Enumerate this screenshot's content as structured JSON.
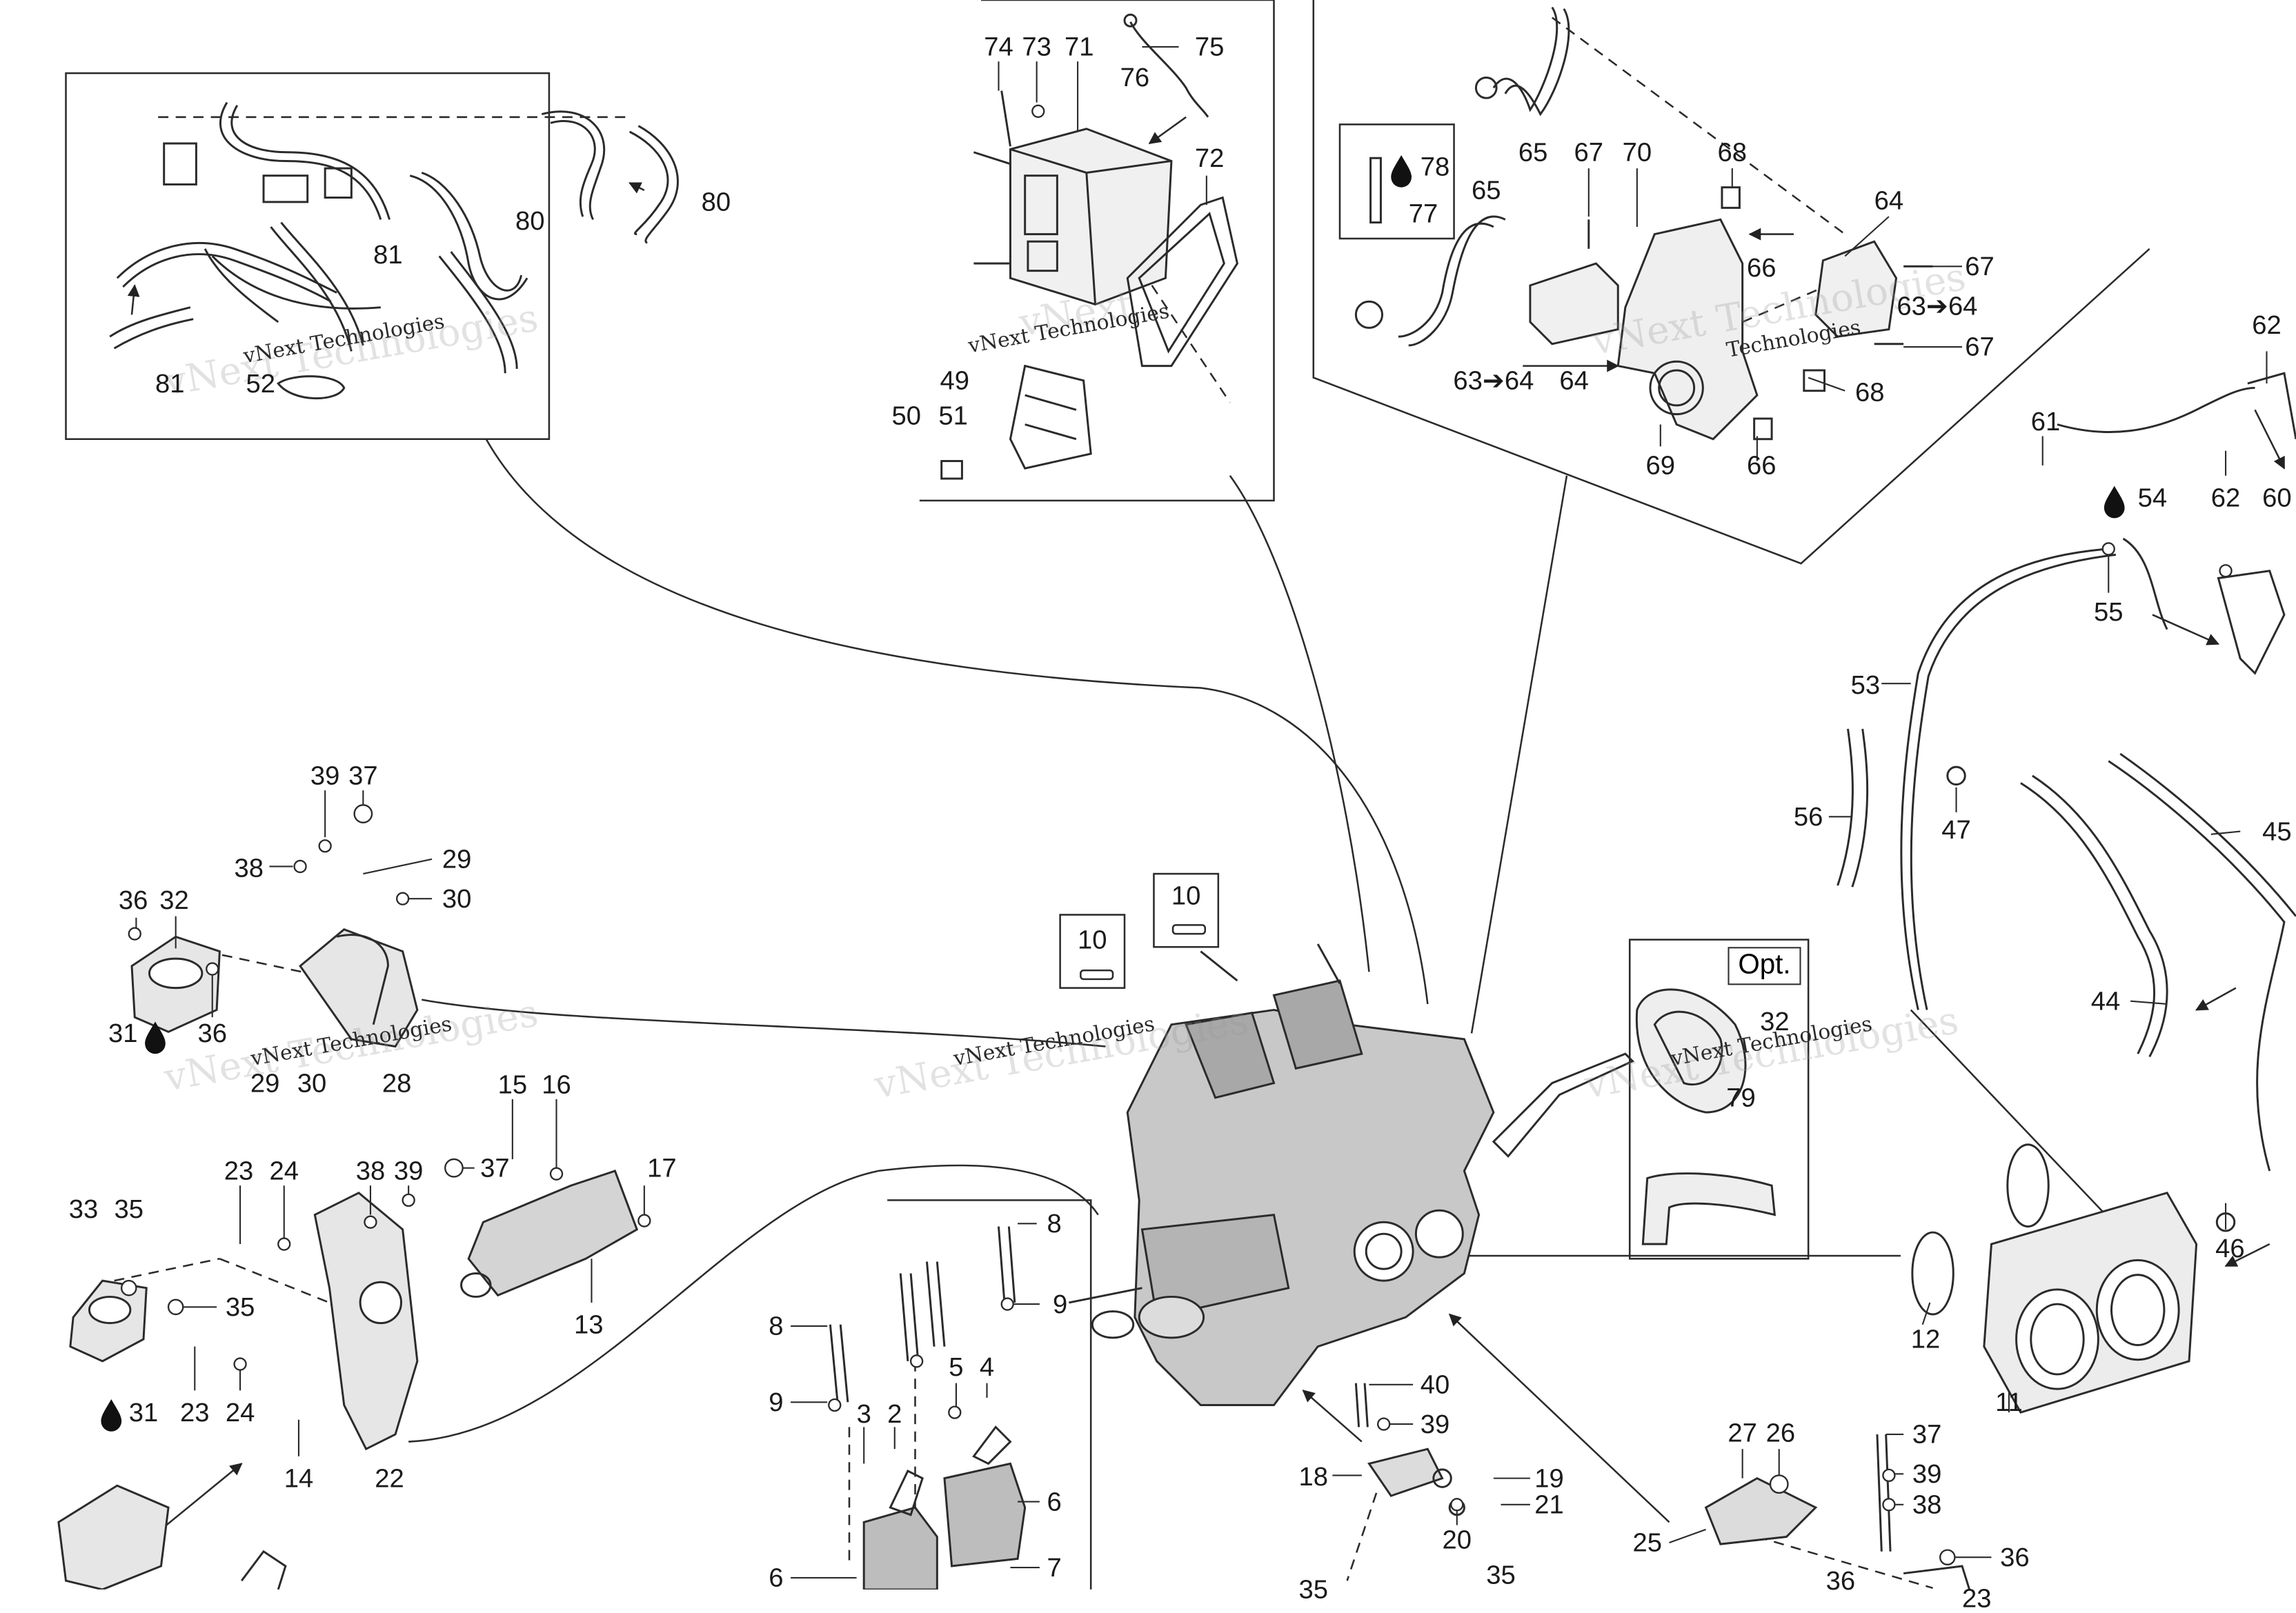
{
  "diagram": {
    "labels": [
      {
        "id": "l81a",
        "text": "81"
      },
      {
        "id": "l80a",
        "text": "80"
      },
      {
        "id": "l80b",
        "text": "80"
      },
      {
        "id": "l81b",
        "text": "81"
      },
      {
        "id": "l52",
        "text": "52"
      },
      {
        "id": "l74",
        "text": "74"
      },
      {
        "id": "l73",
        "text": "73"
      },
      {
        "id": "l71",
        "text": "71"
      },
      {
        "id": "l75",
        "text": "75"
      },
      {
        "id": "l76",
        "text": "76"
      },
      {
        "id": "l72",
        "text": "72"
      },
      {
        "id": "l49",
        "text": "49"
      },
      {
        "id": "l50",
        "text": "50"
      },
      {
        "id": "l51",
        "text": "51"
      },
      {
        "id": "l78",
        "text": "78"
      },
      {
        "id": "l77",
        "text": "77"
      },
      {
        "id": "l65a",
        "text": "65"
      },
      {
        "id": "l65b",
        "text": "65"
      },
      {
        "id": "l67a",
        "text": "67"
      },
      {
        "id": "l70",
        "text": "70"
      },
      {
        "id": "l68a",
        "text": "68"
      },
      {
        "id": "l64a",
        "text": "64"
      },
      {
        "id": "l66a",
        "text": "66"
      },
      {
        "id": "l67b",
        "text": "67"
      },
      {
        "id": "l63a",
        "text": "63➔64"
      },
      {
        "id": "l67c",
        "text": "67"
      },
      {
        "id": "l63b",
        "text": "63➔64"
      },
      {
        "id": "l64b",
        "text": "64"
      },
      {
        "id": "l68b",
        "text": "68"
      },
      {
        "id": "l69",
        "text": "69"
      },
      {
        "id": "l66b",
        "text": "66"
      },
      {
        "id": "l62a",
        "text": "62"
      },
      {
        "id": "l61",
        "text": "61"
      },
      {
        "id": "l62b",
        "text": "62"
      },
      {
        "id": "l60",
        "text": "60"
      },
      {
        "id": "l54",
        "text": "54"
      },
      {
        "id": "l55",
        "text": "55"
      },
      {
        "id": "l53",
        "text": "53"
      },
      {
        "id": "l56",
        "text": "56"
      },
      {
        "id": "l47",
        "text": "47"
      },
      {
        "id": "l45",
        "text": "45"
      },
      {
        "id": "l44",
        "text": "44"
      },
      {
        "id": "l46",
        "text": "46"
      },
      {
        "id": "l32b",
        "text": "32"
      },
      {
        "id": "l79",
        "text": "79"
      },
      {
        "id": "l12",
        "text": "12"
      },
      {
        "id": "l11",
        "text": "11"
      },
      {
        "id": "l10a",
        "text": "10"
      },
      {
        "id": "l10b",
        "text": "10"
      },
      {
        "id": "l39a",
        "text": "39"
      },
      {
        "id": "l37a",
        "text": "37"
      },
      {
        "id": "l38a",
        "text": "38"
      },
      {
        "id": "l29a",
        "text": "29"
      },
      {
        "id": "l30a",
        "text": "30"
      },
      {
        "id": "l36a",
        "text": "36"
      },
      {
        "id": "l32a",
        "text": "32"
      },
      {
        "id": "l31a",
        "text": "31"
      },
      {
        "id": "l36b",
        "text": "36"
      },
      {
        "id": "l29b",
        "text": "29"
      },
      {
        "id": "l30b",
        "text": "30"
      },
      {
        "id": "l28",
        "text": "28"
      },
      {
        "id": "l15",
        "text": "15"
      },
      {
        "id": "l16",
        "text": "16"
      },
      {
        "id": "l23a",
        "text": "23"
      },
      {
        "id": "l24a",
        "text": "24"
      },
      {
        "id": "l38b",
        "text": "38"
      },
      {
        "id": "l39b",
        "text": "39"
      },
      {
        "id": "l37b",
        "text": "37"
      },
      {
        "id": "l17",
        "text": "17"
      },
      {
        "id": "l33",
        "text": "33"
      },
      {
        "id": "l35a",
        "text": "35"
      },
      {
        "id": "l35b",
        "text": "35"
      },
      {
        "id": "l13",
        "text": "13"
      },
      {
        "id": "l23b",
        "text": "23"
      },
      {
        "id": "l24b",
        "text": "24"
      },
      {
        "id": "l31b",
        "text": "31"
      },
      {
        "id": "l14",
        "text": "14"
      },
      {
        "id": "l22",
        "text": "22"
      },
      {
        "id": "l8a",
        "text": "8"
      },
      {
        "id": "l8b",
        "text": "8"
      },
      {
        "id": "l9a",
        "text": "9"
      },
      {
        "id": "l9b",
        "text": "9"
      },
      {
        "id": "l3",
        "text": "3"
      },
      {
        "id": "l2",
        "text": "2"
      },
      {
        "id": "l5",
        "text": "5"
      },
      {
        "id": "l4",
        "text": "4"
      },
      {
        "id": "l6a",
        "text": "6"
      },
      {
        "id": "l6b",
        "text": "6"
      },
      {
        "id": "l7",
        "text": "7"
      },
      {
        "id": "l40",
        "text": "40"
      },
      {
        "id": "l39c",
        "text": "39"
      },
      {
        "id": "l18",
        "text": "18"
      },
      {
        "id": "l19",
        "text": "19"
      },
      {
        "id": "l21",
        "text": "21"
      },
      {
        "id": "l20",
        "text": "20"
      },
      {
        "id": "l35c",
        "text": "35"
      },
      {
        "id": "l35d",
        "text": "35"
      },
      {
        "id": "l27",
        "text": "27"
      },
      {
        "id": "l26",
        "text": "26"
      },
      {
        "id": "l37c",
        "text": "37"
      },
      {
        "id": "l39d",
        "text": "39"
      },
      {
        "id": "l38c",
        "text": "38"
      },
      {
        "id": "l25",
        "text": "25"
      },
      {
        "id": "l36c",
        "text": "36"
      },
      {
        "id": "l36d",
        "text": "36"
      },
      {
        "id": "l23c",
        "text": "23"
      }
    ],
    "option_badge": "Opt.",
    "watermark_lines": [
      "vNext Technologies",
      "vNext",
      "Technologies"
    ]
  },
  "icons": {
    "oil_drop": "oil-drop-icon"
  },
  "colors": {
    "line": "#2b2b2b",
    "engine_fill": "#c8c8c8",
    "engine_dark": "#8a8a8a",
    "part_fill": "#e2e2e2"
  }
}
